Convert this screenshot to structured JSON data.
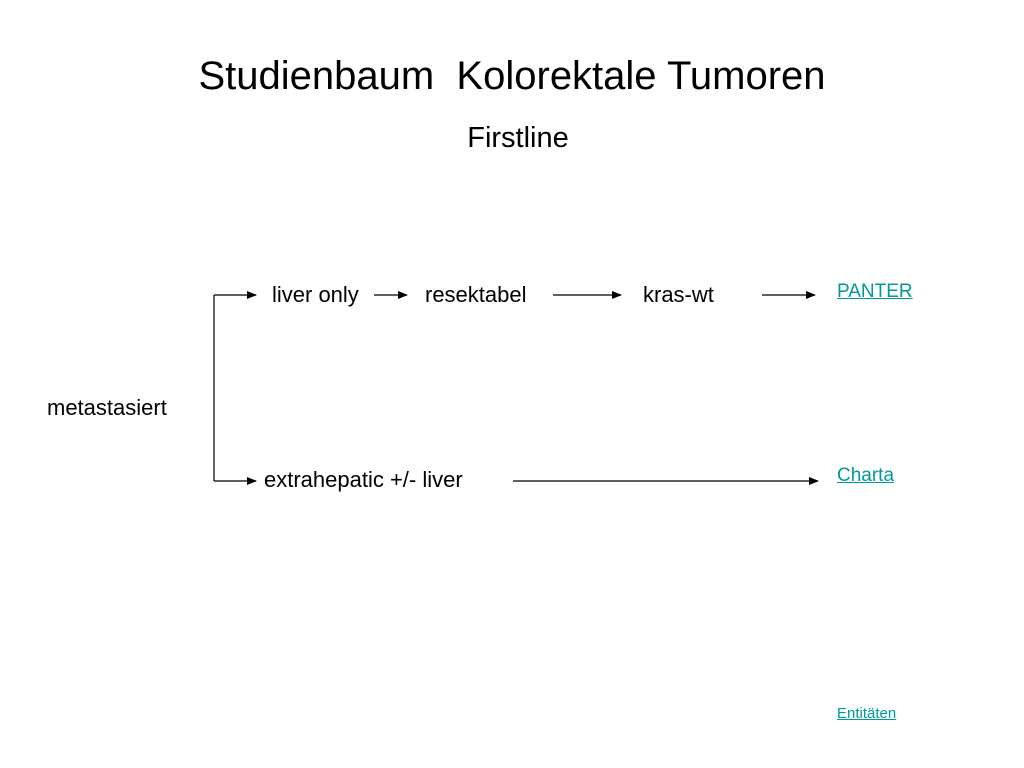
{
  "slide": {
    "title": "Studienbaum  Kolorektale Tumoren",
    "subtitle": "Firstline"
  },
  "tree": {
    "root": "metastasiert",
    "branch_liver_only": "liver only",
    "branch_resectable": "resektabel",
    "branch_kras": "kras-wt",
    "branch_extrahepatic": "extrahepatic +/- liver"
  },
  "links": {
    "panter": "PANTER",
    "charta": "Charta",
    "entitaeten": "Entitäten"
  },
  "colors": {
    "text": "#000000",
    "link": "#009999",
    "background": "#ffffff"
  }
}
